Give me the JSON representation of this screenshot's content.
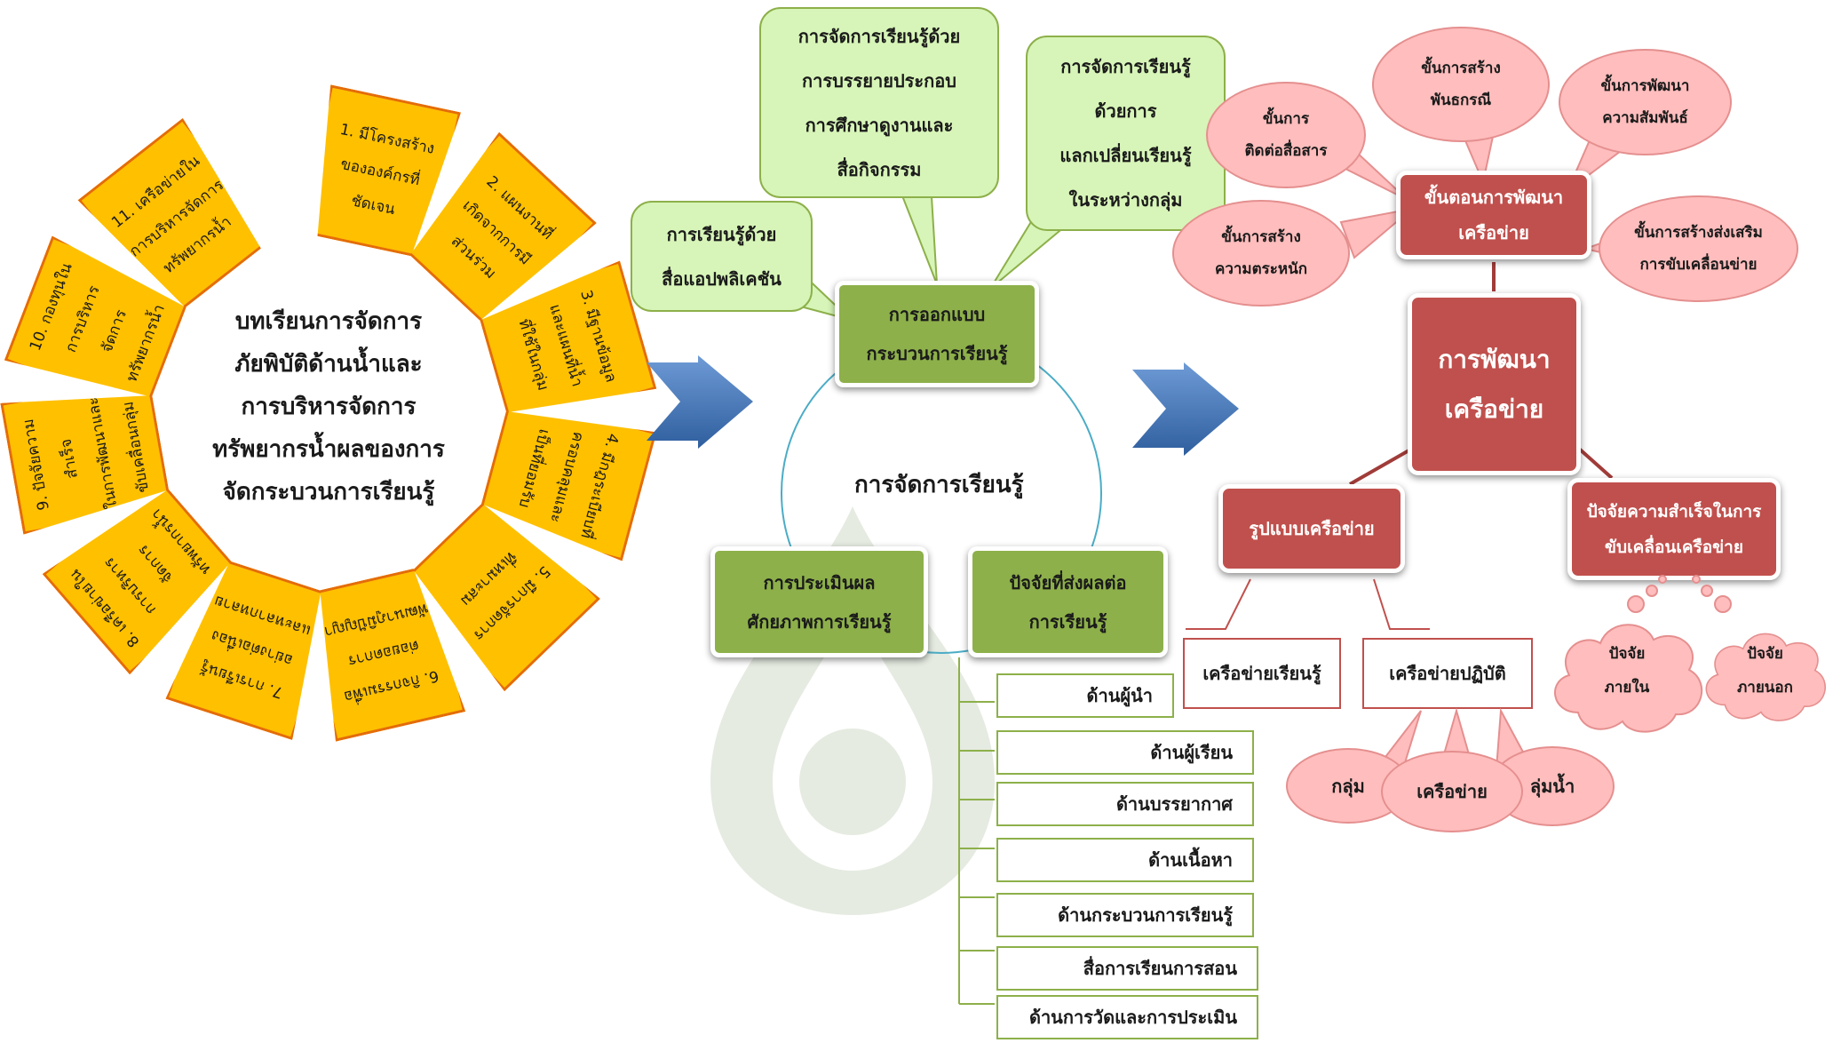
{
  "ring": {
    "center_lines": [
      "บทเรียนการจัดการ",
      "ภัยพิบัติด้านน้ำและ",
      "การบริหารจัดการ",
      "ทรัพยากรน้ำผลของการ",
      "จัดกระบวนการเรียนรู้"
    ],
    "segments": [
      {
        "lines": [
          "1. มีโครงสร้าง",
          "ขององค์กรที่",
          "ชัดเจน"
        ]
      },
      {
        "lines": [
          "2. แผนงานที่",
          "เกิดจากการมี",
          "ส่วนร่วม"
        ]
      },
      {
        "lines": [
          "3. มีฐานข้อมูล",
          "และแผนที่น้ำ",
          "ที่ใช้ในกลุ่ม"
        ]
      },
      {
        "lines": [
          "4. มีกฎระเบียบที่",
          "ครอบคลุมและ",
          "เป็นที่ยอมรับ"
        ]
      },
      {
        "lines": [
          "5. มีการจัดการ",
          "ที่เหมาะสม"
        ]
      },
      {
        "lines": [
          "6. กิจกรรมเพื่อ",
          "ต่อยอดการ",
          "พัฒนาภูมิปัญญา"
        ]
      },
      {
        "lines": [
          "7. การเรียนรู้",
          "อย่างต่อเนื่อง",
          "และหลากหลาย"
        ]
      },
      {
        "lines": [
          "8. เครือข่ายใน",
          "การบริหาร",
          "จัดการ",
          "ทรัพยากรน้ำ"
        ]
      },
      {
        "lines": [
          "9. ปัจจัยความสำเร็จ",
          "ในการพัฒนาและ",
          "ขับเคลื่อนกลุ่ม"
        ]
      },
      {
        "lines": [
          "10. กองทุนใน",
          "การบริหาร",
          "จัดการ",
          "ทรัพยากรน้ำ"
        ]
      },
      {
        "lines": [
          "11. เครือข่ายใน",
          "การบริหารจัดการ",
          "ทรัพยากรน้ำ"
        ]
      }
    ]
  },
  "learning": {
    "circle_title": "การจัดการเรียนรู้",
    "design_box": [
      "การออกแบบ",
      "กระบวนการเรียนรู้"
    ],
    "eval_box": [
      "การประเมินผล",
      "ศักยภาพการเรียนรู้"
    ],
    "factor_box": [
      "ปัจจัยที่ส่งผลต่อ",
      "การเรียนรู้"
    ],
    "callout_app": [
      "การเรียนรู้ด้วย",
      "สื่อแอปพลิเคชัน"
    ],
    "callout_lecture": [
      "การจัดการเรียนรู้ด้วย",
      "การบรรยายประกอบ",
      "การศึกษาดูงานและ",
      "สื่อกิจกรรม"
    ],
    "callout_exchange": [
      "การจัดการเรียนรู้",
      "ด้วยการ",
      "แลกเปลี่ยนเรียนรู้",
      "ในระหว่างกลุ่ม"
    ],
    "factors": [
      "ด้านผู้นำ",
      "ด้านผู้เรียน",
      "ด้านบรรยากาศ",
      "ด้านเนื้อหา",
      "ด้านกระบวนการเรียนรู้",
      "สื่อการเรียนการสอน",
      "ด้านการวัดและการประเมิน"
    ]
  },
  "network": {
    "main": [
      "การพัฒนา",
      "เครือข่าย"
    ],
    "steps_box": [
      "ขั้นตอนการพัฒนา",
      "เครือข่าย"
    ],
    "model_box": "รูปแบบเครือข่าย",
    "success_box": [
      "ปัจจัยความสำเร็จในการ",
      "ขับเคลื่อนเครือข่าย"
    ],
    "bubble_contact": [
      "ขั้นการ",
      "ติดต่อสื่อสาร"
    ],
    "bubble_alliance": [
      "ขั้นการสร้าง",
      "พันธกรณี"
    ],
    "bubble_relation": [
      "ขั้นการพัฒนา",
      "ความสัมพันธ์"
    ],
    "bubble_awareness": [
      "ขั้นการสร้าง",
      "ความตระหนัก"
    ],
    "bubble_promote": [
      "ขั้นการสร้างส่งเสริม",
      "การขับเคลื่อนข่าย"
    ],
    "learn_net": "เครือข่ายเรียนรู้",
    "practice_net": "เครือข่ายปฏิบัติ",
    "group": "กลุ่ม",
    "network": "เครือข่าย",
    "basin": "ลุ่มน้ำ",
    "internal": [
      "ปัจจัย",
      "ภายใน"
    ],
    "external": [
      "ปัจจัย",
      "ภายนอก"
    ]
  },
  "colors": {
    "ring_fill": "#ffc000",
    "ring_border": "#e46c0a",
    "green": "#8db04a",
    "light_green": "#d7f5b8",
    "red": "#c0504d",
    "pink": "#ffbdbd",
    "arrow": "#4a7ec1"
  }
}
